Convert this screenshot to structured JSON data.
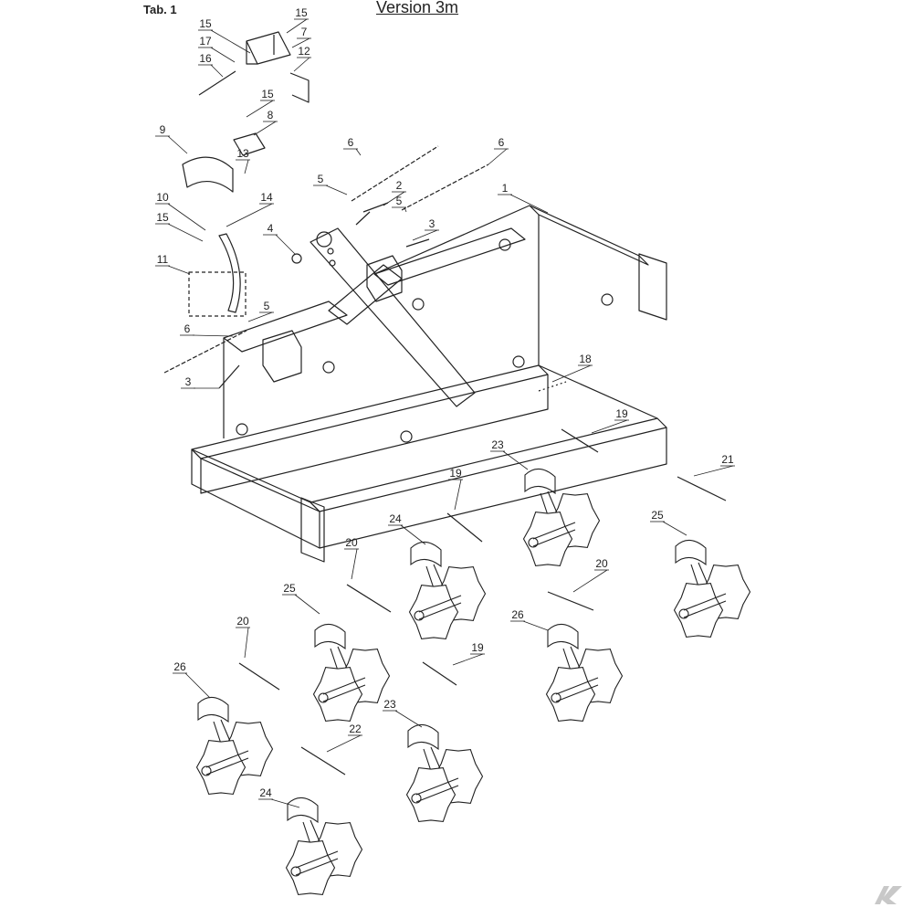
{
  "header": {
    "tab": "Tab. 1",
    "title": "Version 3m"
  },
  "callouts": [
    "1",
    "2",
    "3",
    "3",
    "4",
    "5",
    "5",
    "5",
    "6",
    "6",
    "6",
    "7",
    "8",
    "9",
    "10",
    "11",
    "12",
    "13",
    "14",
    "15",
    "15",
    "15",
    "15",
    "16",
    "17",
    "18",
    "19",
    "19",
    "19",
    "20",
    "20",
    "20",
    "21",
    "22",
    "23",
    "23",
    "24",
    "24",
    "25",
    "25",
    "26",
    "26"
  ],
  "icons": {
    "logo": "brand-logo-icon"
  },
  "colors": {
    "line": "#222222",
    "logo": "#c8c8c8"
  }
}
